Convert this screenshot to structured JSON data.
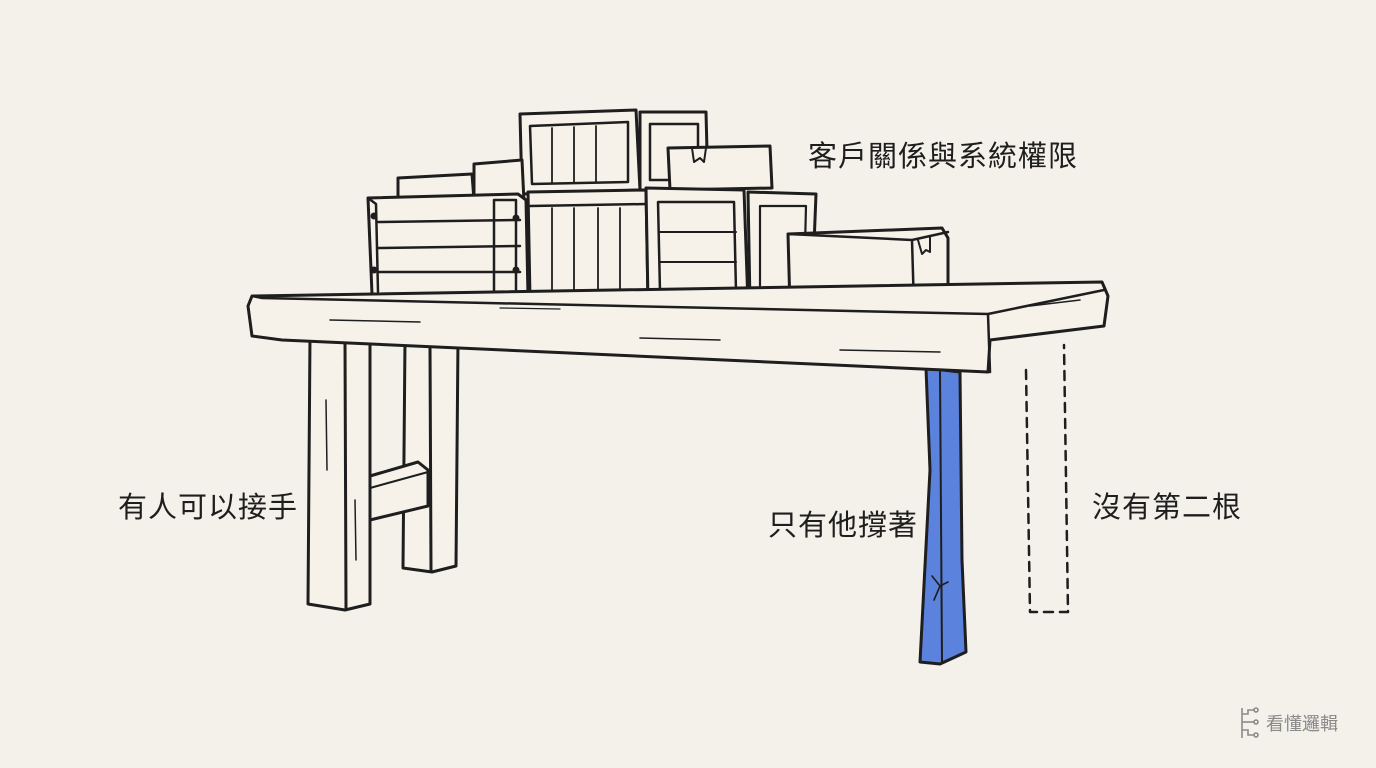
{
  "labels": {
    "top": "客戶關係與系統權限",
    "left": "有人可以接手",
    "middle": "只有他撐著",
    "right": "沒有第二根"
  },
  "brand": {
    "text": "看懂邏輯",
    "icon": "circuit-logic-icon"
  },
  "colors": {
    "background": "#f4f1ea",
    "ink": "#1e1e1e",
    "highlight_leg": "#5b82dc",
    "wood": "#f6f2ea"
  }
}
